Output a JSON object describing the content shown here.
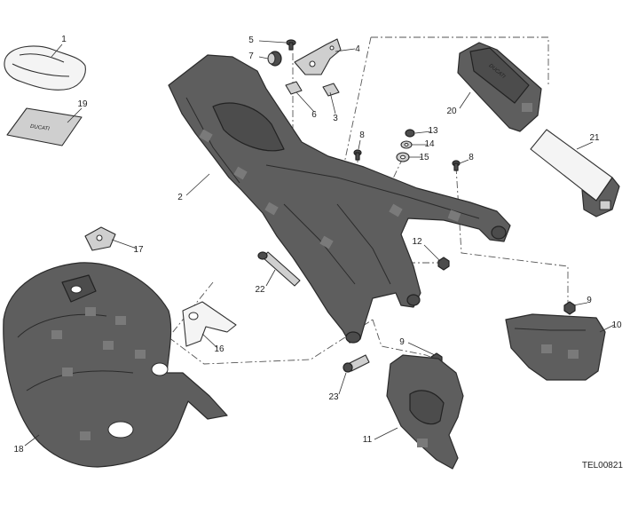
{
  "diagram": {
    "reference_code": "TEL00821",
    "part_numbers": [
      "1",
      "2",
      "3",
      "4",
      "5",
      "6",
      "7",
      "8",
      "8",
      "9",
      "9",
      "10",
      "11",
      "12",
      "13",
      "14",
      "15",
      "16",
      "17",
      "18",
      "19",
      "20",
      "21",
      "22",
      "23"
    ],
    "part_sticker_text": "DUCATI"
  }
}
